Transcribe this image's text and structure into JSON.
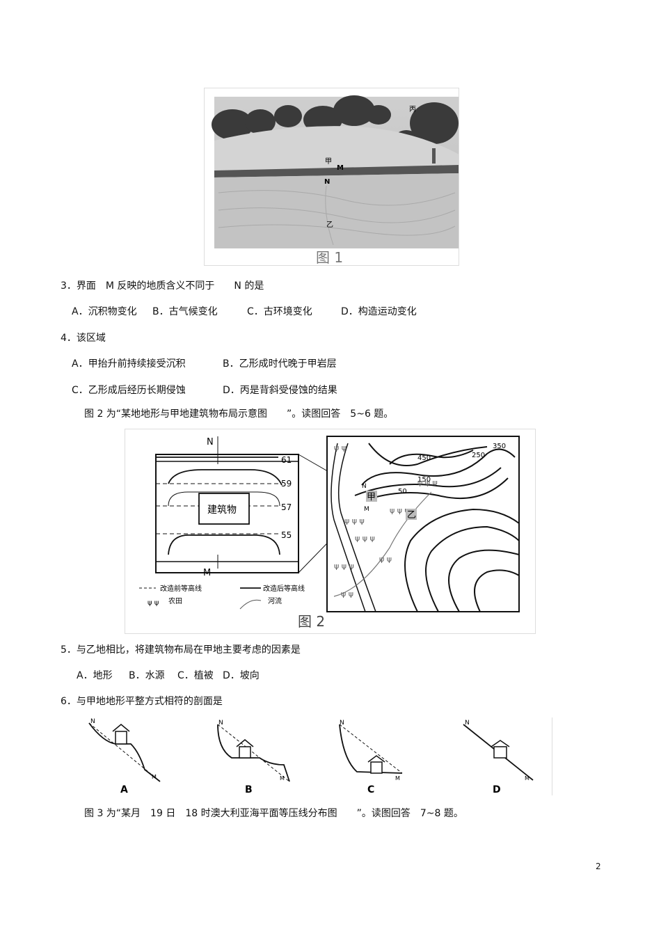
{
  "fig1": {
    "labels": {
      "bing": "丙",
      "jia": "甲",
      "m": "M",
      "n": "N",
      "yi": "乙"
    },
    "caption": "图 1"
  },
  "q3": {
    "stem": "3．界面　M 反映的地质含义不同于　　N 的是",
    "a": "A．沉积物变化",
    "b": "B．古气候变化",
    "c": "C．古环境变化",
    "d": "D．构造运动变化"
  },
  "q4": {
    "stem": "4．该区域",
    "a": "A．甲抬升前持续接受沉积",
    "b": "B．乙形成时代晚于甲岩层",
    "c": "C．乙形成后经历长期侵蚀",
    "d": "D．丙是背斜受侵蚀的结果"
  },
  "intro2": "图 2 为“某地地形与甲地建筑物布局示意图　　”。读图回答　5~6 题。",
  "fig2": {
    "n_label": "N",
    "m_label": "M",
    "contours_left": [
      "61",
      "59",
      "57",
      "55"
    ],
    "building": "建筑物",
    "legend": {
      "before": "改造前等高线",
      "after": "改造后等高线",
      "farmland": "农田",
      "river": "河流"
    },
    "map_contours": [
      "350",
      "450",
      "250",
      "150",
      "50"
    ],
    "map_jia": "甲",
    "map_yi": "乙",
    "map_n": "N",
    "map_m": "M",
    "caption": "图 2"
  },
  "q5": {
    "stem": "5．与乙地相比，将建筑物布局在甲地主要考虑的因素是",
    "a": "A．地形",
    "b": "B．水源",
    "c": "C．植被",
    "d": "D．坡向"
  },
  "q6": {
    "stem": "6．与甲地地形平整方式相符的剖面是"
  },
  "fig6": {
    "options": [
      "A",
      "B",
      "C",
      "D"
    ],
    "n": "N",
    "m": "M"
  },
  "intro3": "图 3 为“某月　19 日　18 时澳大利亚海平面等压线分布图　　”。读图回答　7~8 题。",
  "page_number": "2"
}
